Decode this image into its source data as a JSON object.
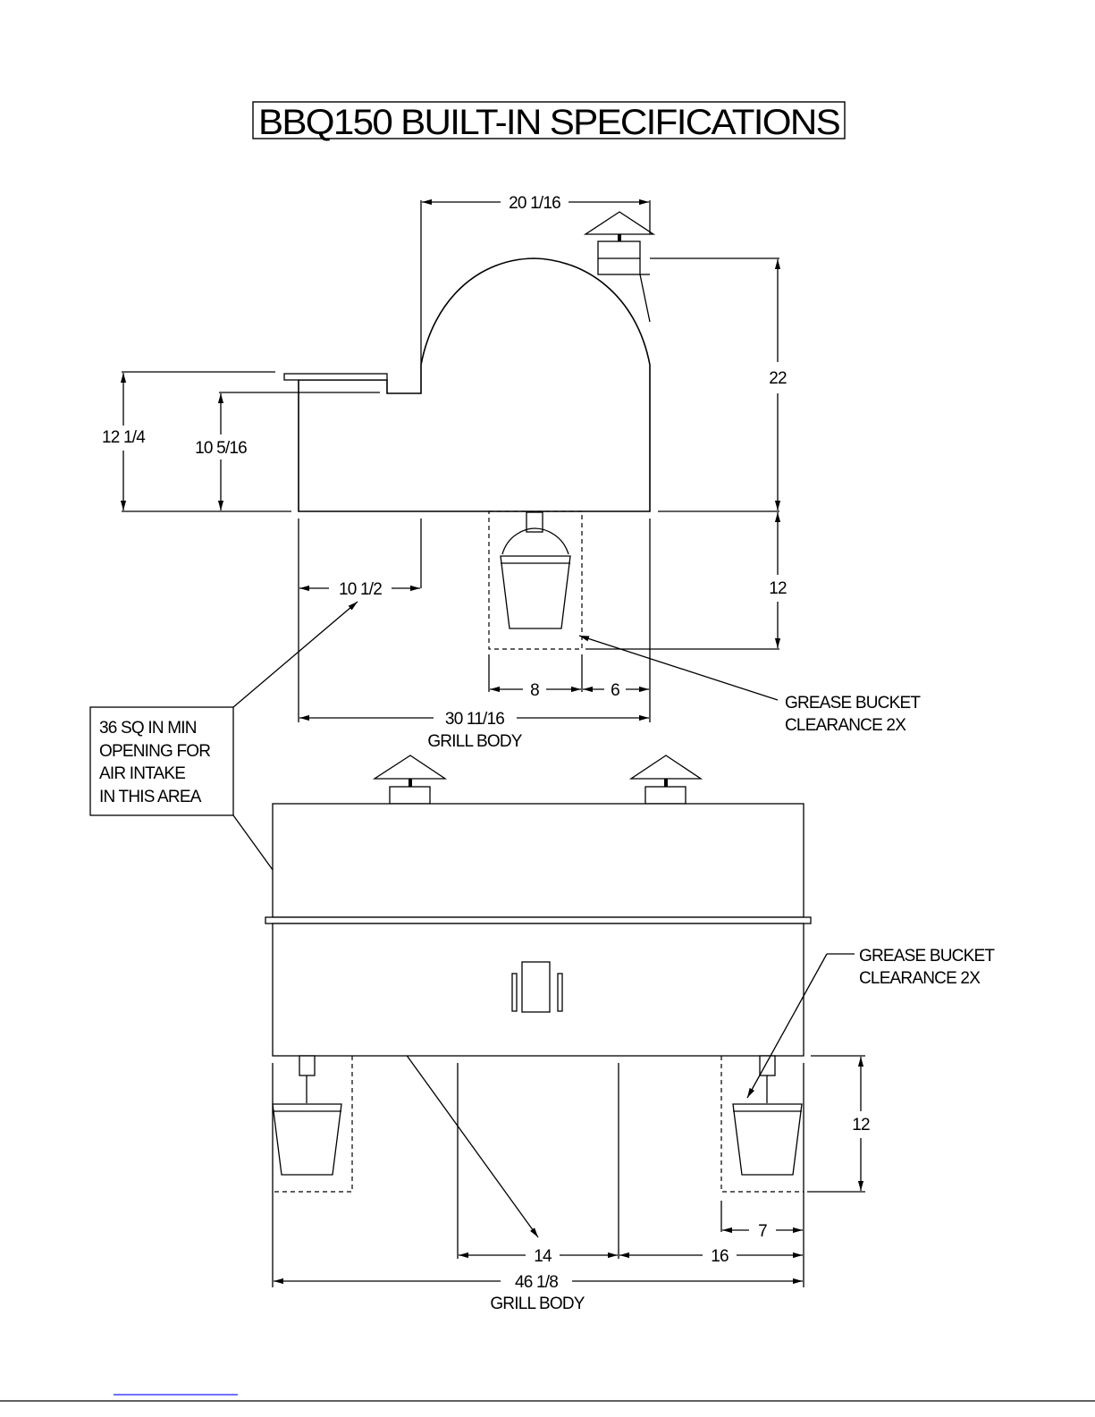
{
  "title": "BBQ150 BUILT-IN SPECIFICATIONS",
  "side_view": {
    "top_width": "20 1/16",
    "height_above_counter": "22",
    "height_below_counter": "12",
    "shelf_height": "12 1/4",
    "lid_seam_height": "10 5/16",
    "opening_offset": "10 1/2",
    "bucket_width": "8",
    "bucket_offset": "6",
    "body_width": "30 11/16",
    "body_width_label": "GRILL BODY"
  },
  "notes": {
    "grease_bucket": [
      "GREASE BUCKET",
      "CLEARANCE 2X"
    ],
    "air_intake": [
      "36 SQ IN MIN",
      "OPENING FOR",
      "AIR INTAKE",
      "IN THIS AREA"
    ]
  },
  "front_view": {
    "bucket_depth": "12",
    "bucket_offset": "7",
    "opening_width": "14",
    "right_offset": "16",
    "body_width": "46 1/8",
    "body_width_label": "GRILL BODY"
  },
  "colors": {
    "line": "#000000",
    "background": "#ffffff",
    "footer_link": "#1a1aff"
  }
}
